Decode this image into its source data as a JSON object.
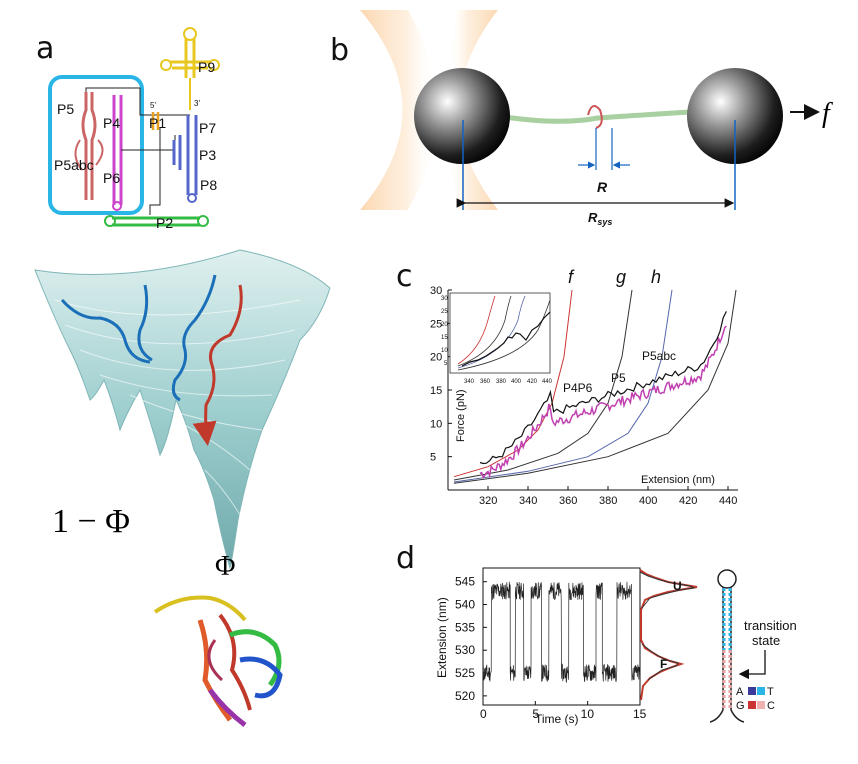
{
  "panel_a": {
    "letter": "a",
    "labels": [
      "P9",
      "P5",
      "P4",
      "P1",
      "P7",
      "P3",
      "P5abc",
      "P6",
      "P8",
      "P2"
    ],
    "end_labels": [
      "5'",
      "3'"
    ]
  },
  "panel_b": {
    "letter": "b",
    "force_label": "f",
    "r_label": "R",
    "rsys_label": "R",
    "rsys_sub": "sys"
  },
  "panel_c": {
    "letter": "c",
    "curve_labels": [
      "f",
      "g",
      "h"
    ],
    "annotations": [
      "P5abc",
      "P5",
      "P4P6"
    ],
    "ylabel": "Force (pN)",
    "xlabel": "Extension (nm)",
    "inset_yticks": [
      "30",
      "25",
      "20",
      "15",
      "10",
      "5"
    ],
    "inset_xticks": [
      "340",
      "360",
      "380",
      "400",
      "420",
      "440"
    ]
  },
  "panel_d": {
    "letter": "d",
    "ylabel": "Extension (nm)",
    "xlabel": "Time (s)",
    "state_u": "U",
    "state_f": "F",
    "transition_label_1": "transition",
    "transition_label_2": "state",
    "legend": [
      "A",
      "T",
      "G",
      "C"
    ]
  },
  "landscape": {
    "phi_unfolded": "1 − Φ",
    "phi_folded": "Φ"
  },
  "colors": {
    "p4p6": "#cc6666",
    "p4": "#cc44cc",
    "p9": "#e8c820",
    "p3p7p8": "#5566cc",
    "p2": "#33bb44",
    "box": "#29b6e6",
    "force_f": "#cc3333",
    "force_g": "#333333",
    "force_h": "#5566aa",
    "data_magenta": "#c040b0",
    "trace_blue": "#1a6fb8",
    "trace_red": "#c0392b",
    "axis_blue": "#1565c0"
  },
  "chart_data": [
    {
      "type": "line",
      "title": "",
      "xlabel": "Extension (nm)",
      "ylabel": "Force (pN)",
      "xlim": [
        300,
        445
      ],
      "ylim": [
        0,
        30
      ],
      "xticks": [
        320,
        340,
        360,
        380,
        400,
        420,
        440
      ],
      "yticks": [
        5,
        10,
        15,
        20,
        25,
        30
      ],
      "series": [
        {
          "name": "f",
          "x": [
            303,
            320,
            335,
            345,
            352,
            358,
            362
          ],
          "y": [
            2,
            3.5,
            6,
            9,
            13,
            20,
            30
          ]
        },
        {
          "name": "g",
          "x": [
            303,
            330,
            355,
            370,
            380,
            387,
            392
          ],
          "y": [
            1.5,
            3,
            5.5,
            8.5,
            13,
            20,
            30
          ]
        },
        {
          "name": "h",
          "x": [
            303,
            340,
            370,
            390,
            400,
            407,
            412
          ],
          "y": [
            1.2,
            2.8,
            5,
            8.5,
            13,
            20,
            30
          ]
        },
        {
          "name": "P4P6",
          "x": [
            303,
            340,
            380,
            410,
            430,
            440,
            444
          ],
          "y": [
            1,
            2.5,
            5,
            8.5,
            15,
            22,
            30
          ]
        }
      ]
    },
    {
      "type": "line",
      "title": "",
      "xlabel": "Time (s)",
      "ylabel": "Extension (nm)",
      "xlim": [
        0,
        15
      ],
      "ylim": [
        518,
        548
      ],
      "xticks": [
        0,
        5,
        10,
        15
      ],
      "yticks": [
        520,
        525,
        530,
        535,
        540,
        545
      ],
      "series": []
    }
  ]
}
